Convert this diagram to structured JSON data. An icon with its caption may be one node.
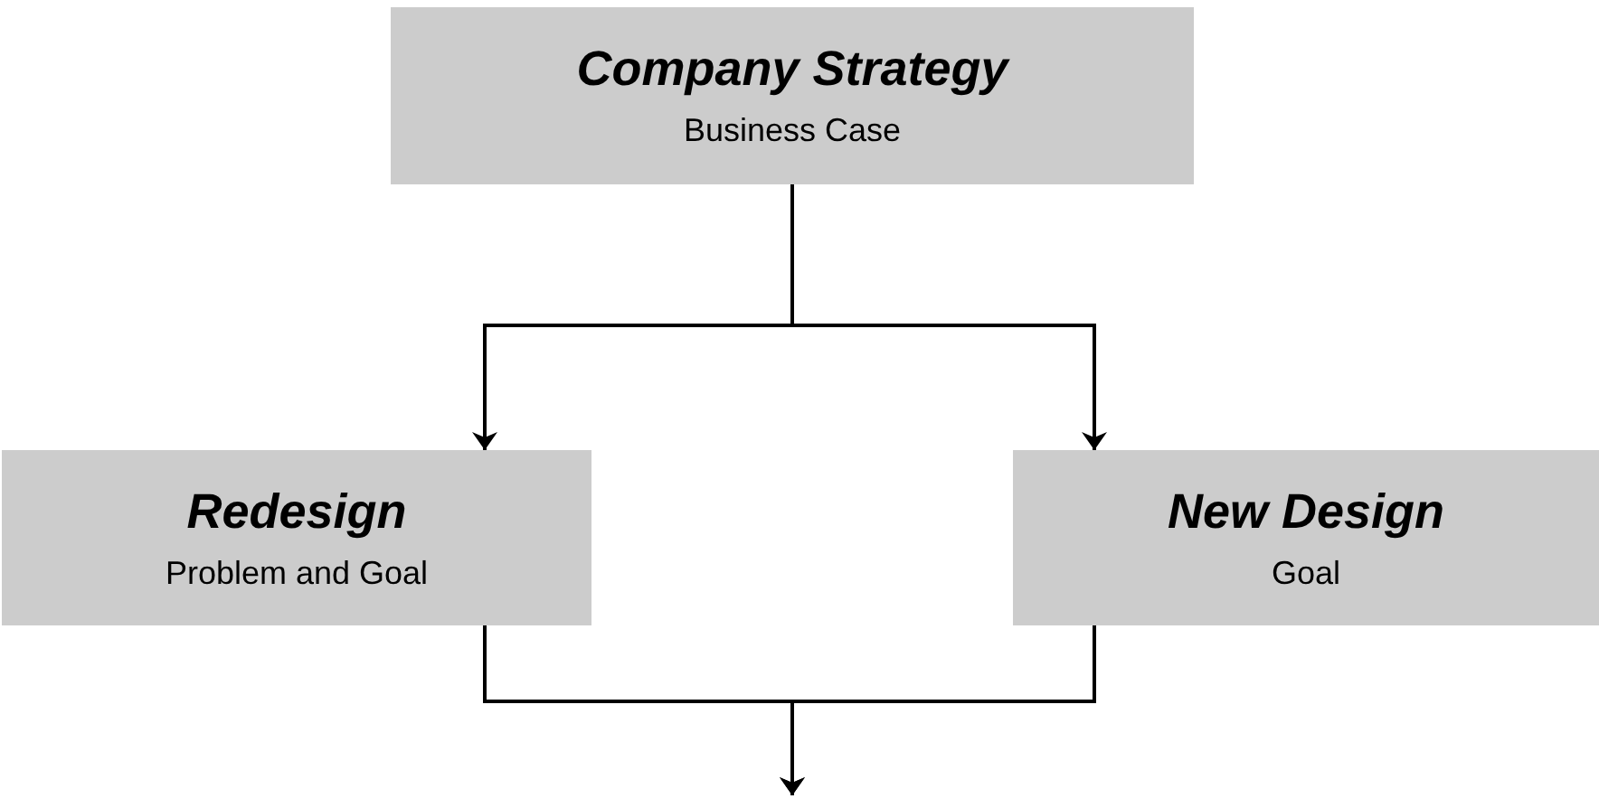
{
  "diagram": {
    "nodes": [
      {
        "text": [
          "Company Strategy",
          "Business Case"
        ]
      },
      {
        "text": [
          "Redesign",
          "Problem and Goal"
        ]
      },
      {
        "text": [
          "New Design",
          "Goal"
        ]
      }
    ],
    "edges": [
      {
        "from": 0,
        "to": 1,
        "arrow": "to"
      },
      {
        "from": 0,
        "to": 2,
        "arrow": "to"
      },
      {
        "from": 1,
        "to": null,
        "arrow": "to"
      },
      {
        "from": 2,
        "to": null,
        "arrow": "to"
      }
    ]
  }
}
